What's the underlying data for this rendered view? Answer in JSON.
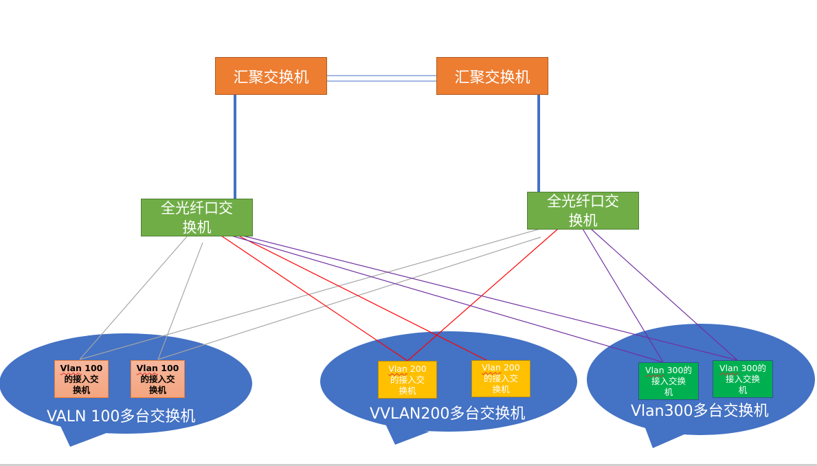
{
  "colors": {
    "aggregation": "#ed7d31",
    "fiber": "#70ad47",
    "bubble": "#4472c4",
    "uplink": "#4472c4",
    "vlan100_link": "#a6a6a6",
    "vlan200_link": "#ff0000",
    "vlan300_link": "#7030a0",
    "vlan100_node": "#f4b183",
    "vlan200_node": "#ffc000",
    "vlan300_node": "#00b050"
  },
  "aggregation_switches": [
    {
      "id": "agg-left",
      "label": "汇聚交换机"
    },
    {
      "id": "agg-right",
      "label": "汇聚交换机"
    }
  ],
  "fiber_switches": [
    {
      "id": "fiber-left",
      "label_line1": "全光纤口交",
      "label_line2": "换机"
    },
    {
      "id": "fiber-right",
      "label_line1": "全光纤口交",
      "label_line2": "换机"
    }
  ],
  "clusters": [
    {
      "id": "vlan100",
      "label": "VALN 100多台交换机",
      "access_switches": [
        {
          "prefix": "Vlan",
          "rest": " 100",
          "line2": "的接入交",
          "line3": "换机"
        },
        {
          "prefix": "Vlan",
          "rest": " 100",
          "line2": "的接入交",
          "line3": "换机"
        }
      ]
    },
    {
      "id": "vlan200",
      "label": "VVLAN200多台交换机",
      "access_switches": [
        {
          "prefix": "Vlan",
          "rest": " 200",
          "line2": "的接入交",
          "line3": "换机"
        },
        {
          "prefix": "Vlan",
          "rest": " 200",
          "line2": "的接入交",
          "line3": "换机"
        }
      ]
    },
    {
      "id": "vlan300",
      "label": "Vlan300多台交换机",
      "access_switches": [
        {
          "prefix": "Vlan",
          "rest": " 300的",
          "line2": "接入交换",
          "line3": "机"
        },
        {
          "prefix": "Vlan",
          "rest": " 300的",
          "line2": "接入交换",
          "line3": "机"
        }
      ]
    }
  ],
  "links": [
    {
      "from": "agg-left",
      "to": "agg-right",
      "type": "double",
      "color_key": "uplink"
    },
    {
      "from": "agg-left",
      "to": "fiber-left",
      "type": "thick",
      "color_key": "uplink"
    },
    {
      "from": "agg-right",
      "to": "fiber-right",
      "type": "thick",
      "color_key": "uplink"
    },
    {
      "from": "fiber-left",
      "to": "vlan100-1",
      "color_key": "vlan100_link"
    },
    {
      "from": "fiber-left",
      "to": "vlan100-2",
      "color_key": "vlan100_link"
    },
    {
      "from": "fiber-right",
      "to": "vlan100-1",
      "color_key": "vlan100_link"
    },
    {
      "from": "fiber-right",
      "to": "vlan100-2",
      "color_key": "vlan100_link"
    },
    {
      "from": "fiber-left",
      "to": "vlan200-1",
      "color_key": "vlan200_link"
    },
    {
      "from": "fiber-left",
      "to": "vlan200-2",
      "color_key": "vlan200_link"
    },
    {
      "from": "fiber-right",
      "to": "vlan200-1",
      "color_key": "vlan200_link"
    },
    {
      "from": "fiber-left",
      "to": "vlan300-1",
      "color_key": "vlan300_link"
    },
    {
      "from": "fiber-left",
      "to": "vlan300-2",
      "color_key": "vlan300_link"
    },
    {
      "from": "fiber-right",
      "to": "vlan300-1",
      "color_key": "vlan300_link"
    },
    {
      "from": "fiber-right",
      "to": "vlan300-2",
      "color_key": "vlan300_link"
    }
  ]
}
